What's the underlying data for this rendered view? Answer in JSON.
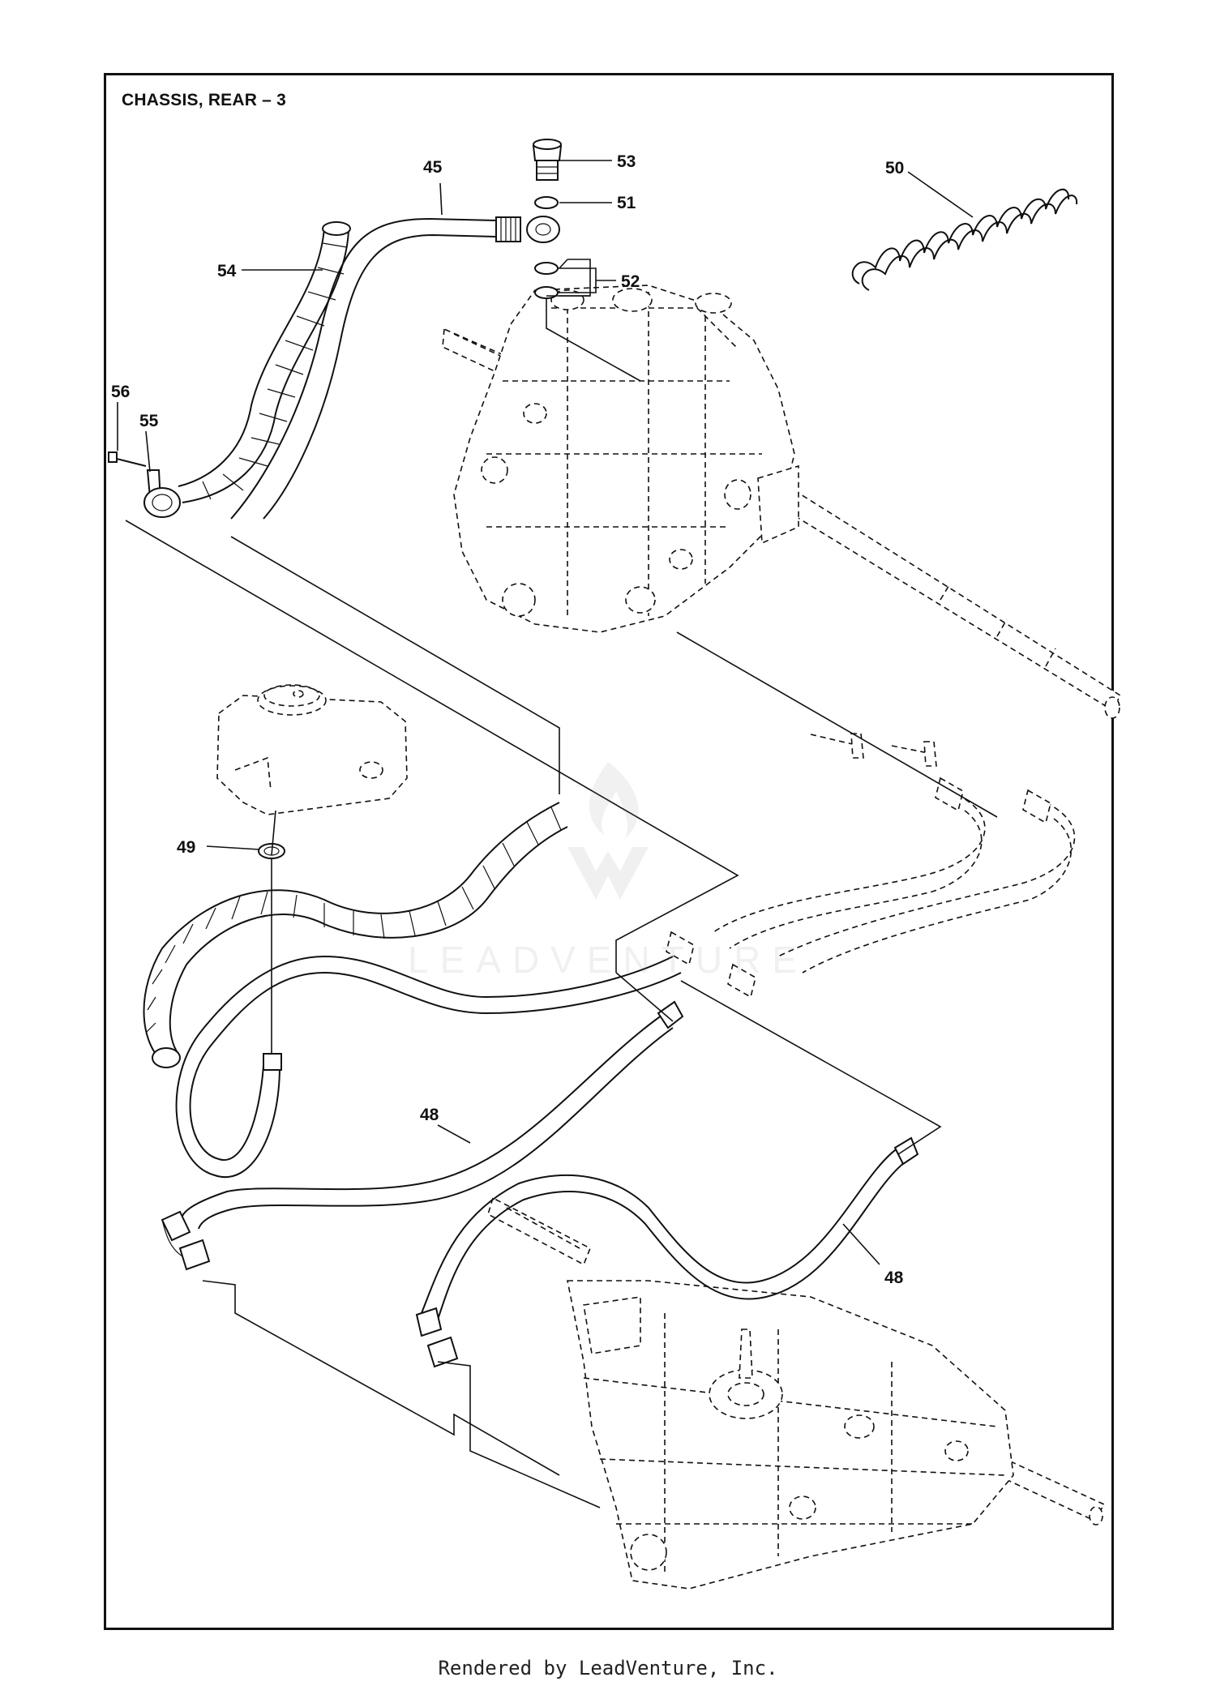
{
  "diagram": {
    "title": "CHASSIS, REAR – 3",
    "callouts": {
      "c45": "45",
      "c48a": "48",
      "c48b": "48",
      "c49": "49",
      "c50": "50",
      "c51": "51",
      "c52": "52",
      "c53": "53",
      "c54": "54",
      "c55": "55",
      "c56": "56"
    },
    "parts": [
      {
        "id": "c45",
        "label": "hydraulic-hose"
      },
      {
        "id": "c48",
        "label": "hydraulic-hose"
      },
      {
        "id": "c49",
        "label": "hose-clamp"
      },
      {
        "id": "c50",
        "label": "spiral-wrap"
      },
      {
        "id": "c51",
        "label": "washer"
      },
      {
        "id": "c52",
        "label": "washer"
      },
      {
        "id": "c53",
        "label": "banjo-bolt"
      },
      {
        "id": "c54",
        "label": "spiral-wrap"
      },
      {
        "id": "c55",
        "label": "clamp"
      },
      {
        "id": "c56",
        "label": "screw"
      }
    ]
  },
  "watermark": {
    "brand": "LEADVENTURE"
  },
  "footer": {
    "credit": "Rendered by LeadVenture, Inc."
  }
}
